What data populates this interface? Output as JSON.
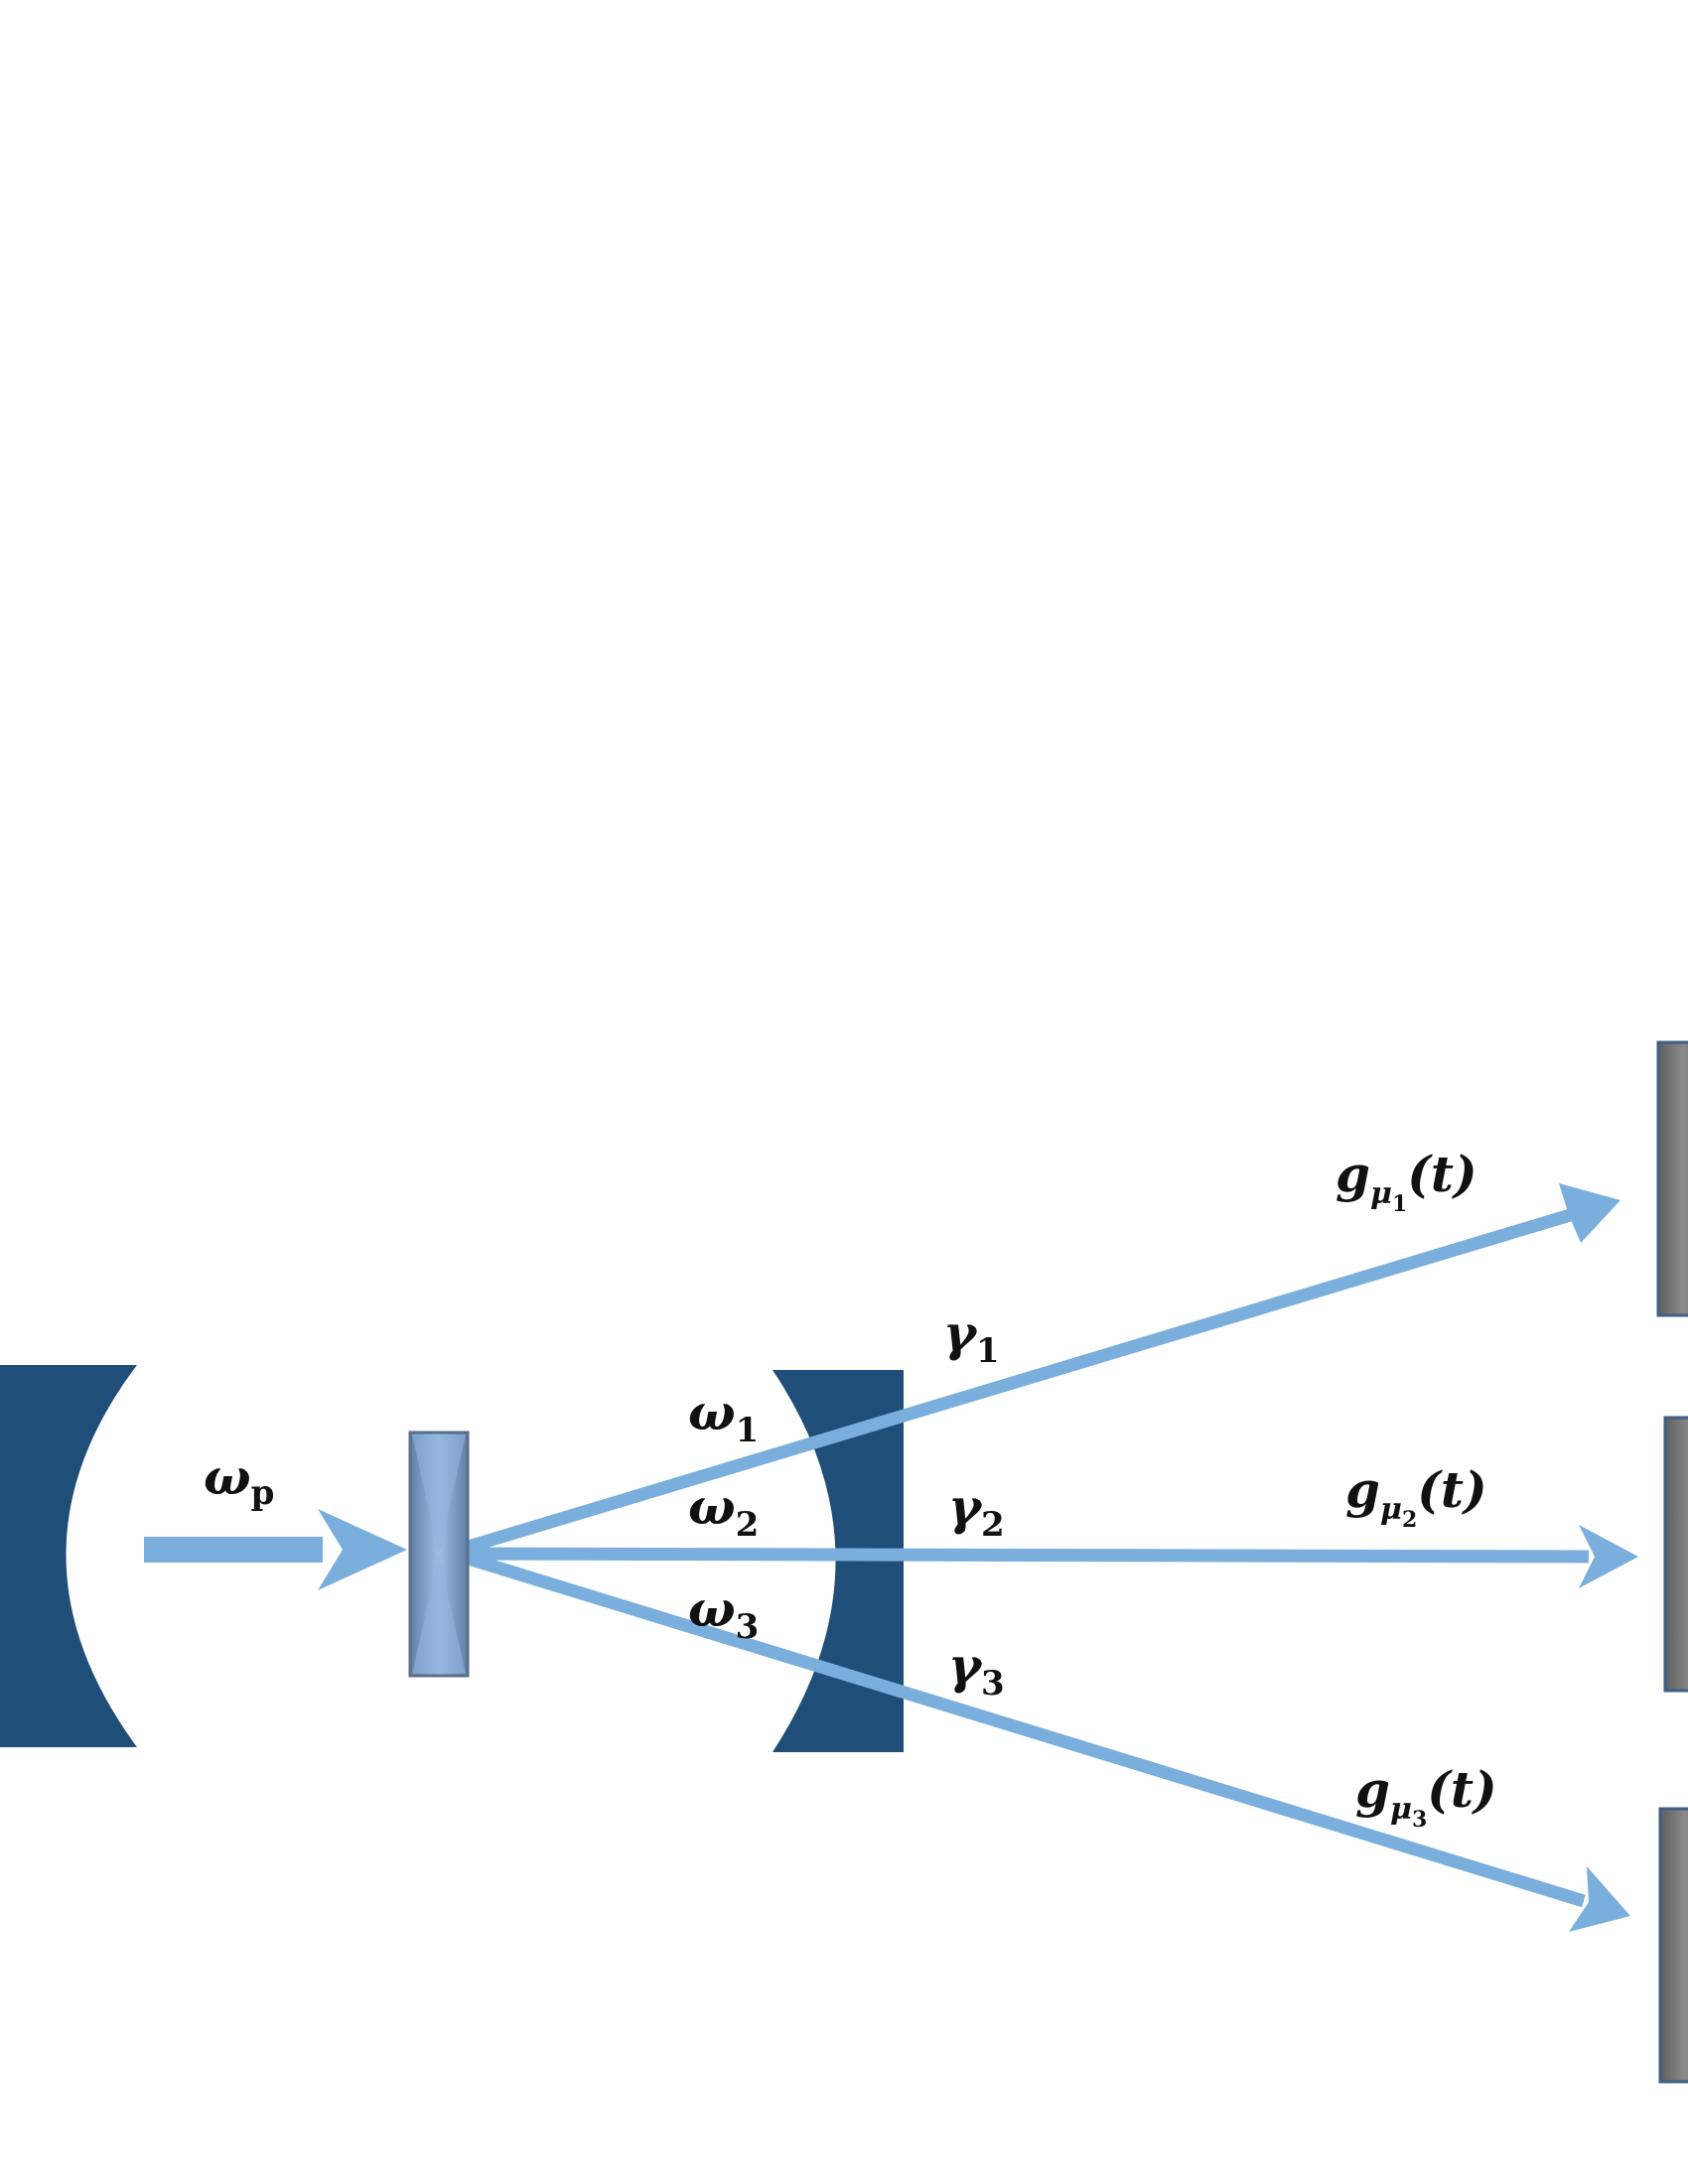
{
  "labels": {
    "pump": {
      "sym": "ω",
      "sub": "p"
    },
    "omega": [
      {
        "sym": "ω",
        "sub": "1"
      },
      {
        "sym": "ω",
        "sub": "2"
      },
      {
        "sym": "ω",
        "sub": "3"
      }
    ],
    "gamma": [
      {
        "sym": "γ",
        "sub": "1"
      },
      {
        "sym": "γ",
        "sub": "2"
      },
      {
        "sym": "γ",
        "sub": "3"
      }
    ],
    "g": [
      {
        "sym": "g",
        "sub": "μ",
        "subsub": "1",
        "arg": "(t)"
      },
      {
        "sym": "g",
        "sub": "μ",
        "subsub": "2",
        "arg": "(t)"
      },
      {
        "sym": "g",
        "sub": "μ",
        "subsub": "3",
        "arg": "(t)"
      }
    ]
  },
  "colors": {
    "mirror": "#1f4e79",
    "beam": "#7aaedc",
    "crystal": "#7fa3cf",
    "crystal_edge": "#5a6f8a",
    "detector": "#7f7f7f"
  }
}
